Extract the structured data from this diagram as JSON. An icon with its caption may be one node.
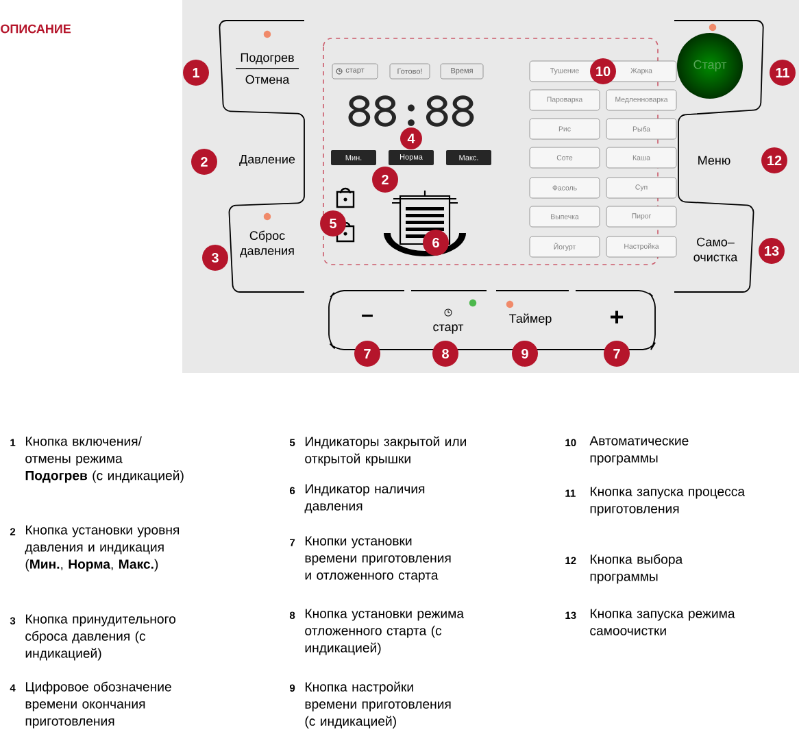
{
  "diagram": {
    "title": "ОПИСАНИЕ",
    "nodes": [
      {
        "text": [
          "Подогрев",
          "Отмена"
        ]
      },
      {
        "text": [
          "Давление"
        ]
      },
      {
        "text": [
          "Сброс давления"
        ]
      },
      {
        "text": [
          "старт"
        ]
      },
      {
        "text": [
          "Готово!"
        ]
      },
      {
        "text": [
          "Время"
        ]
      },
      {
        "text": [
          "Мин."
        ]
      },
      {
        "text": [
          "Норма"
        ]
      },
      {
        "text": [
          "Макс."
        ]
      },
      {
        "text": [
          "Тушение"
        ]
      },
      {
        "text": [
          "Жарка"
        ]
      },
      {
        "text": [
          "Пароварка"
        ]
      },
      {
        "text": [
          "Медленноварка"
        ]
      },
      {
        "text": [
          "Рис"
        ]
      },
      {
        "text": [
          "Рыба"
        ]
      },
      {
        "text": [
          "Соте"
        ]
      },
      {
        "text": [
          "Каша"
        ]
      },
      {
        "text": [
          "Фасоль"
        ]
      },
      {
        "text": [
          "Суп"
        ]
      },
      {
        "text": [
          "Выпечка"
        ]
      },
      {
        "text": [
          "Пирог"
        ]
      },
      {
        "text": [
          "Йогурт"
        ]
      },
      {
        "text": [
          "Настройка"
        ]
      },
      {
        "text": [
          "Старт"
        ]
      },
      {
        "text": [
          "Меню"
        ]
      },
      {
        "text": [
          "Само– очистка"
        ]
      },
      {
        "text": [
          "–"
        ]
      },
      {
        "text": [
          "старт"
        ]
      },
      {
        "text": [
          "Таймер"
        ]
      },
      {
        "text": [
          "+"
        ]
      }
    ],
    "labels": [
      "1",
      "2",
      "3",
      "4",
      "2",
      "5",
      "6",
      "10",
      "11",
      "12",
      "13",
      "7",
      "8",
      "9",
      "7",
      "88:88",
      "1",
      "Кнопка включения/ отмены режима **Подогрев** (с индикацией)",
      "2",
      "Кнопка установки уровня давления и индикация (**Мин.**, **Норма**, **Макс.**)",
      "3",
      "Кнопка принудительного сброса давления (с индикацией)",
      "4",
      "Цифровое обозначение времени окончания приготовления",
      "5",
      "Индикаторы закрытой или открытой крышки",
      "6",
      "Индикатор наличия давления",
      "7",
      "Кнопки установки времени приготовления и отложенного старта",
      "8",
      "Кнопка установки режима отложенного старта (с индикацией)",
      "9",
      "Кнопка настройки времени приготовления (с индикацией)",
      "10",
      "Автоматические программы",
      "11",
      "Кнопка запуска процесса приготовления",
      "12",
      "Кнопка выбора программы",
      "13",
      "Кнопка запуска режима самоочистки"
    ]
  }
}
